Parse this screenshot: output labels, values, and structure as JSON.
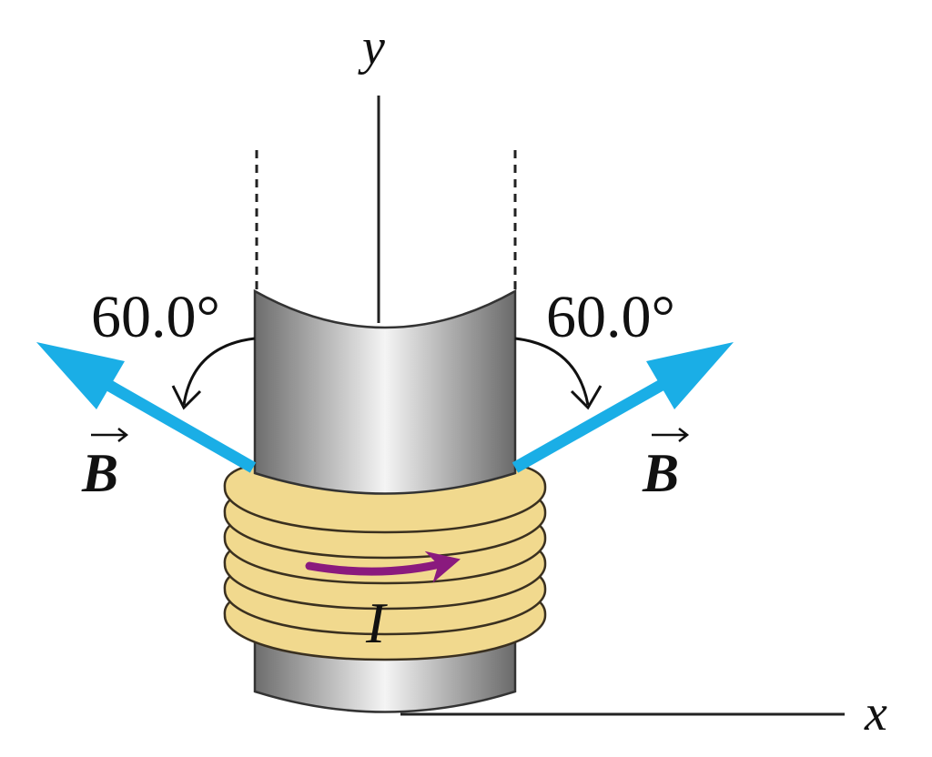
{
  "labels": {
    "y_axis": "y",
    "x_axis": "x",
    "angle_left": "60.0°",
    "angle_right": "60.0°",
    "field_left": "B",
    "field_right": "B",
    "current": "I"
  },
  "colors": {
    "field_vector": "#1aaee6",
    "current_arrow": "#8a1a7e",
    "coil": "#f1d98e",
    "coil_edge": "#3a3020",
    "cylinder": "silver-gradient"
  }
}
